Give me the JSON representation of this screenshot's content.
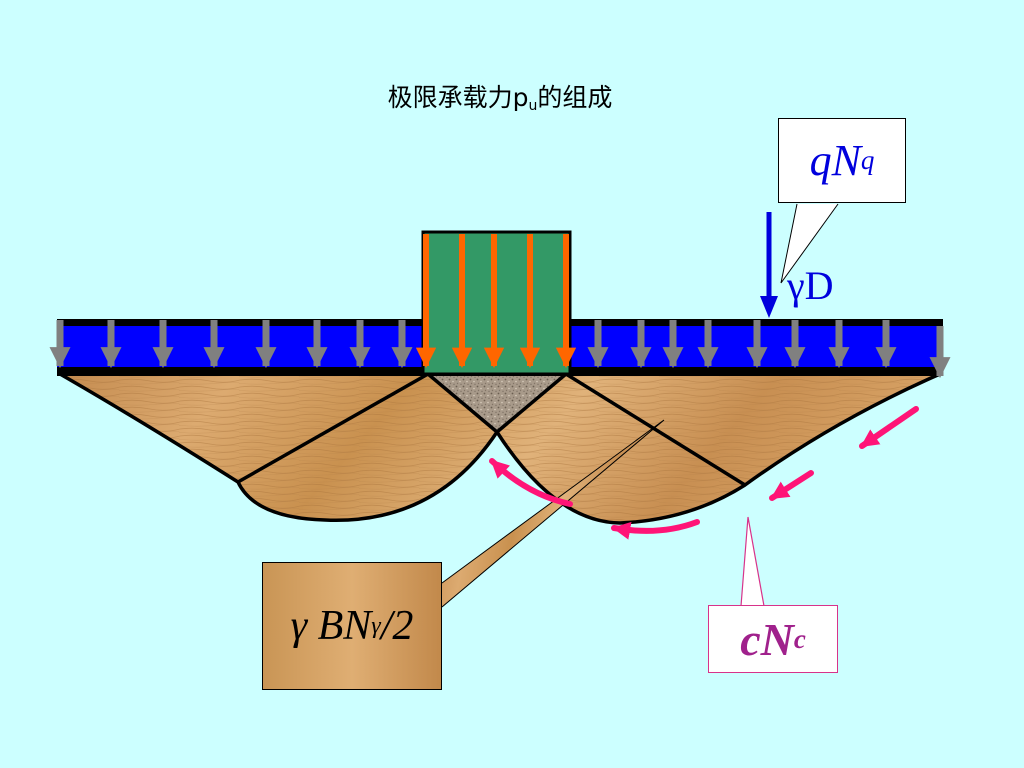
{
  "title": {
    "text": "极限承载力p",
    "sub": "u",
    "suffix": "的组成"
  },
  "callouts": {
    "qNq": {
      "main": "qN",
      "sub": "q"
    },
    "gammaD": "γD",
    "gammaBN": {
      "main": "γ BN",
      "sub": "γ",
      "suffix": " /2"
    },
    "cNc": {
      "main": "cN",
      "sub": "c"
    }
  },
  "colors": {
    "background": "#ccffff",
    "surcharge_layer": "#0000ff",
    "footing": "#339966",
    "footing_load_arrows": "#ff6600",
    "surcharge_arrows": "#808080",
    "soil": "#d09a5e",
    "elastic_wedge": "#a89a8a",
    "cohesion_arrows": "#ff1477",
    "gammaD_arrow": "#0000dd"
  }
}
